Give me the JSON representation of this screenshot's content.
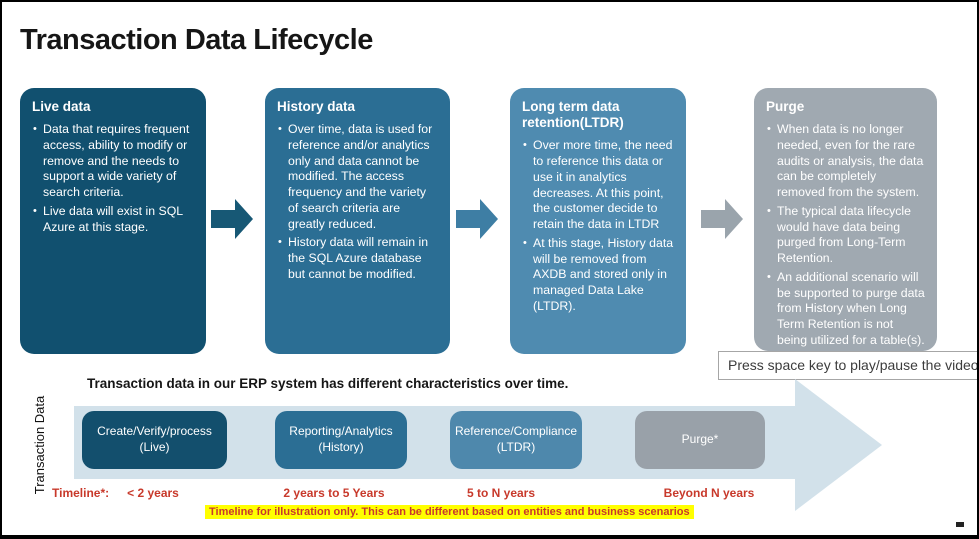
{
  "title": "Transaction Data Lifecycle",
  "stages": [
    {
      "title": "Live data",
      "bullets": [
        "Data that requires frequent access, ability to modify or remove and the needs to support a wide variety of search criteria.",
        "Live data will exist in SQL Azure at this stage."
      ]
    },
    {
      "title": "History data",
      "bullets": [
        "Over time, data is used for reference and/or analytics only and data cannot be modified. The access frequency and the variety of search criteria are greatly reduced.",
        "History data will remain in the SQL Azure database but cannot be modified."
      ]
    },
    {
      "title": "Long term data retention(LTDR)",
      "bullets": [
        "Over more time, the need to reference this data or use it in analytics decreases. At this point, the customer decide to retain the data in LTDR",
        "At this stage, History data will be removed from AXDB and stored only in managed Data Lake (LTDR)."
      ]
    },
    {
      "title": "Purge",
      "bullets": [
        "When data is no longer needed, even for the rare audits or analysis, the data can be completely removed from the system.",
        "The typical data lifecycle would have data being purged from Long-Term Retention.",
        "An additional scenario will be supported to purge data from History when Long Term Retention is not being utilized for a table(s)."
      ]
    }
  ],
  "tooltip": {
    "text": "Press space key to play/pause the video"
  },
  "timeline": {
    "axis_label": "Transaction Data",
    "heading": "Transaction data in our ERP system has different characteristics over time.",
    "phases": [
      {
        "line1": "Create/Verify/process",
        "line2": "(Live)"
      },
      {
        "line1": "Reporting/Analytics",
        "line2": "(History)"
      },
      {
        "line1": "Reference/Compliance",
        "line2": "(LTDR)"
      },
      {
        "line1": "Purge*",
        "line2": ""
      }
    ],
    "timeline_label": "Timeline*:",
    "durations": [
      "< 2 years",
      "2 years to 5 Years",
      "5 to N years",
      "Beyond N years"
    ],
    "disclaimer": "Timeline for illustration only. This can be different based on entities and business scenarios"
  },
  "colors": {
    "stage_live": "#11506f",
    "stage_history": "#2b6e94",
    "stage_ltdr": "#4f8bb0",
    "stage_purge": "#a0a9b1",
    "arrow_live_history": "#175875",
    "arrow_history_ltdr": "#3e7ea4",
    "arrow_ltdr_purge": "#9aa4ac",
    "timeline_band": "#d2e1ea",
    "phase_live": "#134f6d",
    "phase_history": "#2b6e94",
    "phase_ltdr": "#4e88ac",
    "phase_purge": "#99a1a9",
    "red_text": "#c8392b",
    "highlight": "#ffff00"
  }
}
